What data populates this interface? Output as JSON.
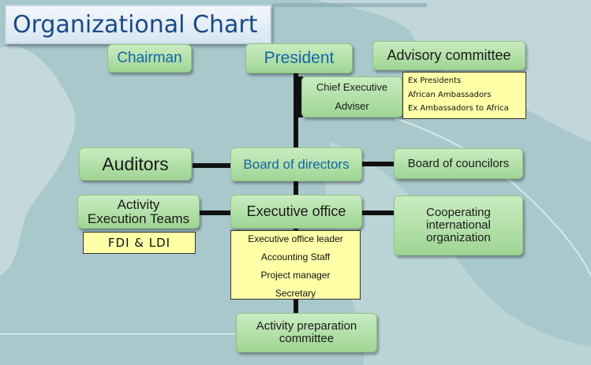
{
  "title": "Organizational Chart",
  "nodes": {
    "chairman": "Chairman",
    "president": "President",
    "advisory_committee": "Advisory committee",
    "chief_executive_adviser_line1": "Chief Executive",
    "chief_executive_adviser_line2": "Adviser",
    "board_of_directors": "Board of directors",
    "auditors": "Auditors",
    "board_of_councilors": "Board of councilors",
    "activity_execution_teams_line1": "Activity",
    "activity_execution_teams_line2": "Execution Teams",
    "executive_office": "Executive office",
    "cooperating_org_line1": "Cooperating",
    "cooperating_org_line2": "international",
    "cooperating_org_line3": "organization",
    "activity_preparation_line1": "Activity preparation",
    "activity_preparation_line2": "committee"
  },
  "notes": {
    "advisory_members": [
      "Ex Presidents",
      "African Ambassadors",
      "Ex Ambassadors to Africa"
    ],
    "execution_teams": "FDI & LDI",
    "executive_office_staff": [
      "Executive office leader",
      "Accounting Staff",
      "Project manager",
      "Secretary"
    ]
  },
  "colors": {
    "box_fill": "#b7e2ab",
    "note_fill": "#ffffa8",
    "title_text": "#1a4a85",
    "blue_label": "#1565a6"
  }
}
